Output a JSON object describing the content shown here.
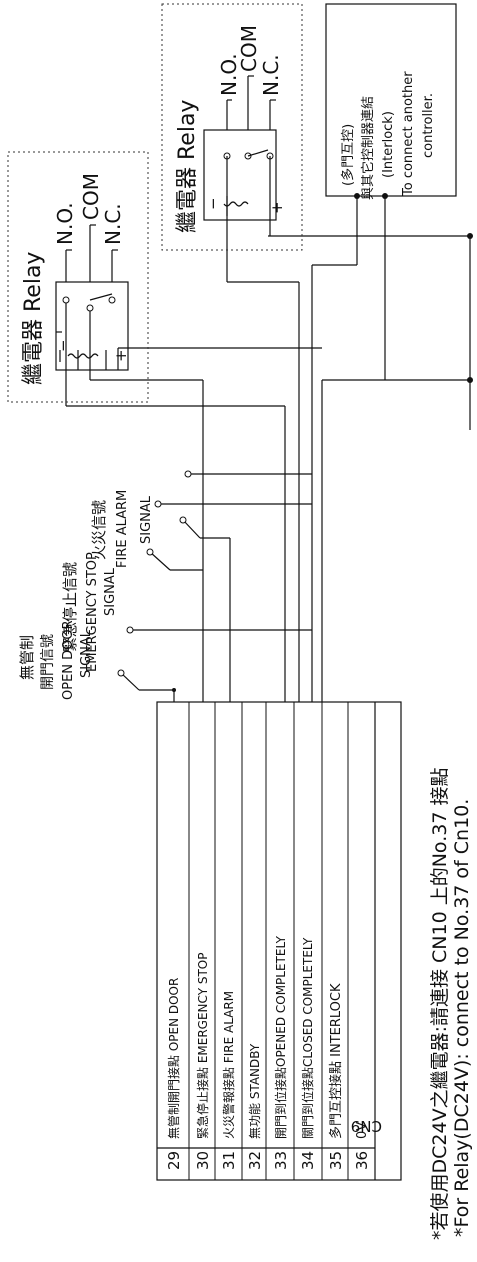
{
  "connector": {
    "name": "CN9",
    "rows": [
      {
        "pin": "29",
        "label": "無管制開門接點 OPEN DOOR"
      },
      {
        "pin": "30",
        "label": "緊急停止接點 EMERGENCY STOP"
      },
      {
        "pin": "31",
        "label": "火災警報接點 FIRE ALARM"
      },
      {
        "pin": "32",
        "label": "無功能 STANDBY"
      },
      {
        "pin": "33",
        "label": "開門到位接點OPENED COMPLETELY"
      },
      {
        "pin": "34",
        "label": "關門到位接點CLOSED COMPLETELY"
      },
      {
        "pin": "35",
        "label": "多門互控接點 INTERLOCK"
      },
      {
        "pin": "36",
        "label": "0V"
      }
    ]
  },
  "switches": {
    "open_door": [
      "無管制",
      "開門信號",
      "OPEN DOOR",
      "SIGNAL"
    ],
    "emergency": [
      "緊急停止信號",
      "EMERGENCY STOP",
      "SIGNAL"
    ],
    "fire": [
      "火災信號",
      "FIRE ALARM",
      "SIGNAL"
    ]
  },
  "relay": {
    "title": "繼電器 Relay",
    "no": "N.O.",
    "com": "COM",
    "nc": "N.C.",
    "minus": "−",
    "plus": "+"
  },
  "interlock_box": [
    "(多門互控)",
    "與其它控制器連結",
    "(Interlock)",
    "To connect another",
    "controller."
  ],
  "notes": {
    "line1": "*若使用DC24V之繼電器:請連接 CN10 上的No.37 接點",
    "line2": "*For Relay(DC24V): connect to No.37 of Cn10."
  }
}
